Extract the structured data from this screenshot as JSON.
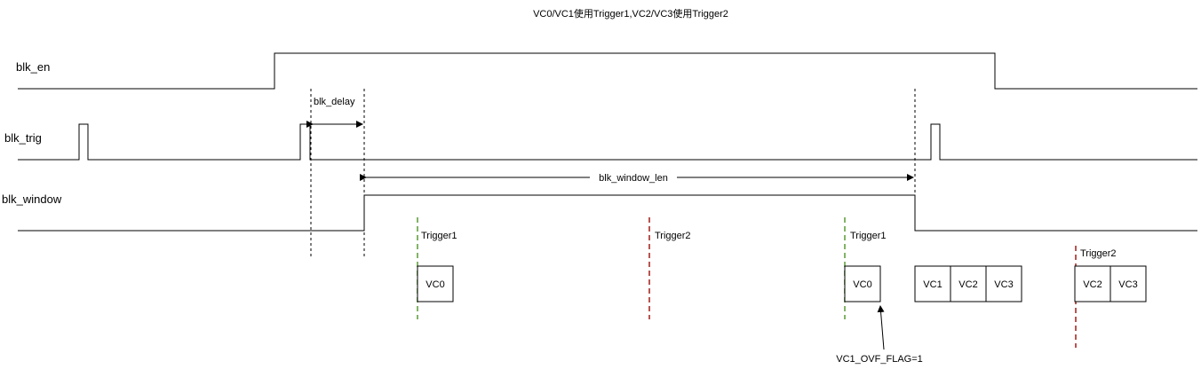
{
  "title": "VC0/VC1使用Trigger1,VC2/VC3使用Trigger2",
  "signals": {
    "blk_en": "blk_en",
    "blk_trig": "blk_trig",
    "blk_window": "blk_window"
  },
  "annotations": {
    "blk_delay": "blk_delay",
    "blk_window_len": "blk_window_len",
    "trigger1": "Trigger1",
    "trigger2": "Trigger2",
    "ovf_flag": "VC1_OVF_FLAG=1"
  },
  "boxes": {
    "vc0": "VC0",
    "vc1": "VC1",
    "vc2": "VC2",
    "vc3": "VC3"
  },
  "colors": {
    "trigger1_marker": "#82b366",
    "trigger2_marker": "#b85450",
    "line": "#000000"
  }
}
